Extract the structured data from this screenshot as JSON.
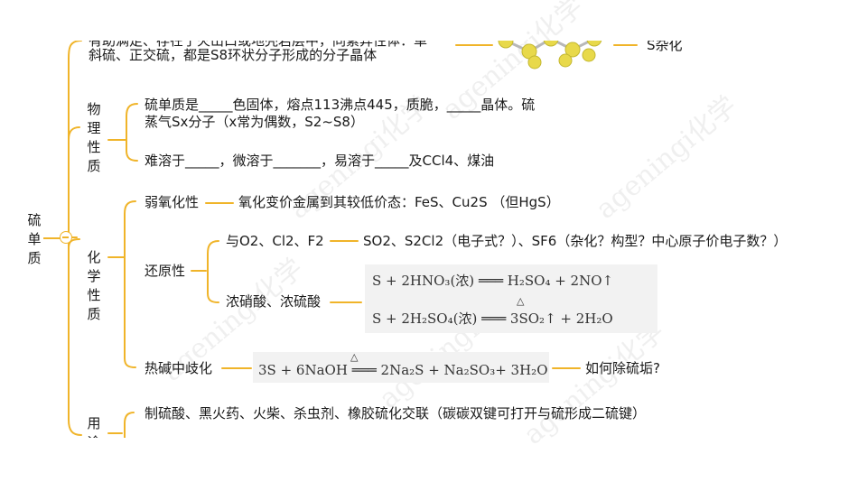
{
  "root": {
    "label": "硫单质"
  },
  "top": {
    "cut_line": "有助满足、存在于火山口或地壳岩层中，同素异性体：单",
    "line2": "斜硫、正交硫，都是S8环状分子形成的分子晶体",
    "s_hybrid": "S杂化"
  },
  "physical": {
    "label": "物理性质",
    "line1": "硫单质是_____色固体，熔点113沸点445，质脆，_____晶体。硫",
    "line2": "蒸气Sx分子（x常为偶数，S2~S8）",
    "solubility": "难溶于_____，微溶于_______，易溶于_____及CCl4、煤油"
  },
  "chemical": {
    "label": "化学性质",
    "weak_oxidizing": "弱氧化性",
    "weak_oxidizing_detail": "氧化变价金属到其较低价态：FeS、Cu2S （但HgS）",
    "reducing": "还原性",
    "with_gases": "与O2、Cl2、F2",
    "with_gases_detail": "SO2、S2Cl2（电子式？）、SF6（杂化？构型？中心原子价电子数？）",
    "conc_acids": "浓硝酸、浓硫酸",
    "eq1": "S + 2HNO₃(浓) ═══ H₂SO₄ + 2NO↑",
    "eq2": "S + 2H₂SO₄(浓) ═══ 3SO₂↑ + 2H₂O",
    "delta": "△",
    "disproportion": "热碱中歧化",
    "eq3": "3S + 6NaOH ═══ 2Na₂S + Na₂SO₃+ 3H₂O",
    "how_remove": "如何除硫垢?"
  },
  "uses": {
    "label": "用途",
    "line": "制硫酸、黑火药、火柴、杀虫剂、橡胶硫化交联（碳碳双键可打开与硫形成二硫键）"
  },
  "watermark": "ageningi化学",
  "colors": {
    "branch": "#f0b429",
    "formula_bg": "#f2f2f2",
    "molecule": "#e8d94a"
  }
}
